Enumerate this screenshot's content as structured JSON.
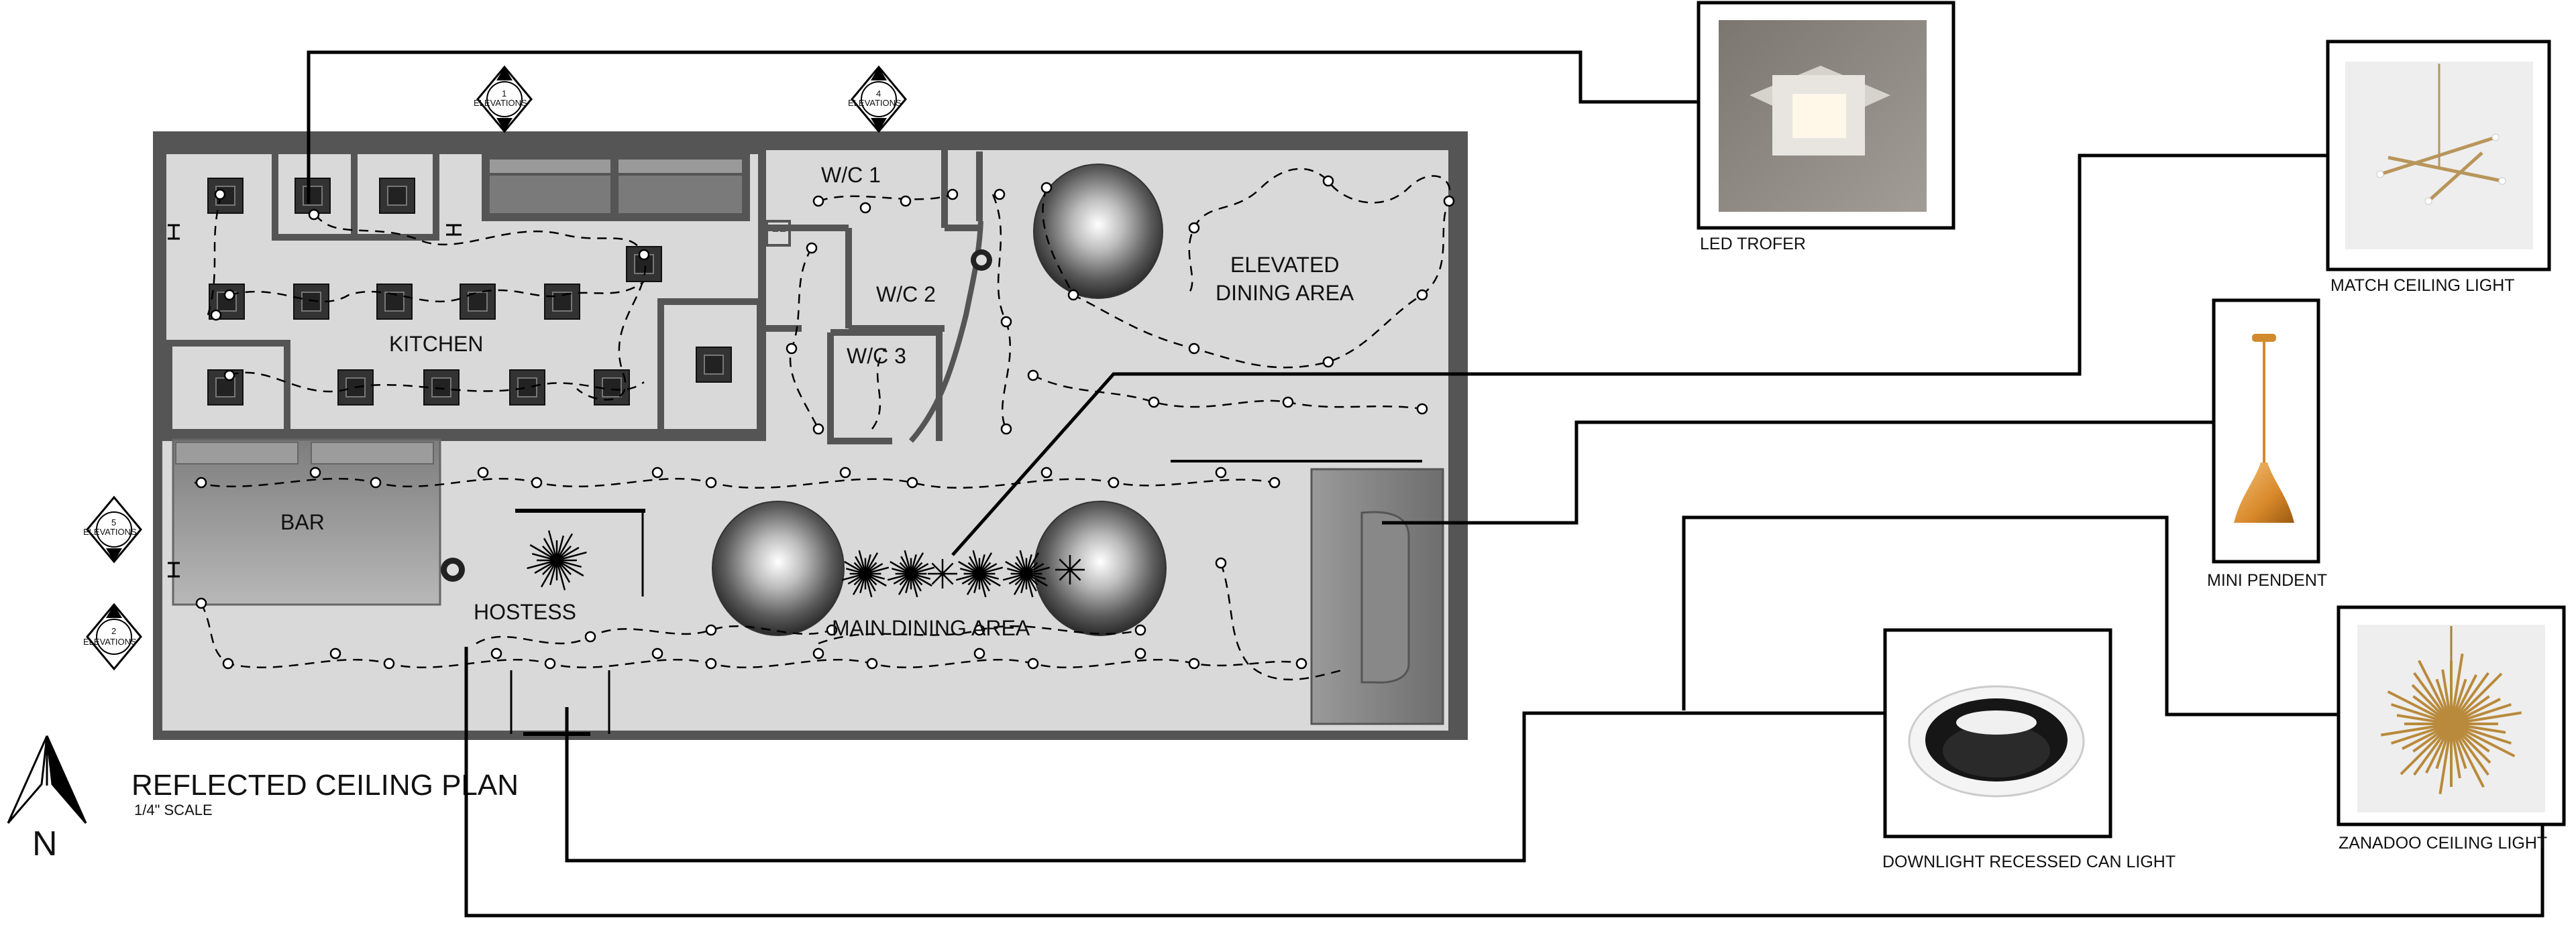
{
  "plan": {
    "title": "REFLECTED CEILING PLAN",
    "scale": "1/4\" SCALE",
    "north": "N",
    "rooms": {
      "kitchen": "KITCHEN",
      "bar": "BAR",
      "hostess": "HOSTESS",
      "main_dining_area": "MAIN DINING AREA",
      "elevated_dining_line1": "ELEVATED",
      "elevated_dining_line2": "DINING AREA",
      "wc1": "W/C 1",
      "wc2": "W/C 2",
      "wc3": "W/C 3"
    },
    "elevation_markers": [
      {
        "number": "1",
        "label": "ELEVATIONS"
      },
      {
        "number": "4",
        "label": "ELEVATIONS"
      },
      {
        "number": "5",
        "label": "ELEVATIONS"
      },
      {
        "number": "2",
        "label": "ELEVATIONS"
      }
    ]
  },
  "fixtures": [
    {
      "name": "LED TROFER"
    },
    {
      "name": "MATCH CEILING LIGHT"
    },
    {
      "name": "MINI PENDENT"
    },
    {
      "name": "ZANADOO CEILING LIGHT"
    },
    {
      "name": "DOWNLIGHT RECESSED CAN LIGHT"
    }
  ],
  "colors": {
    "wall": "#555555",
    "floor": "#d9d9d9",
    "counter": "#8a8a8a",
    "line": "#000000"
  }
}
